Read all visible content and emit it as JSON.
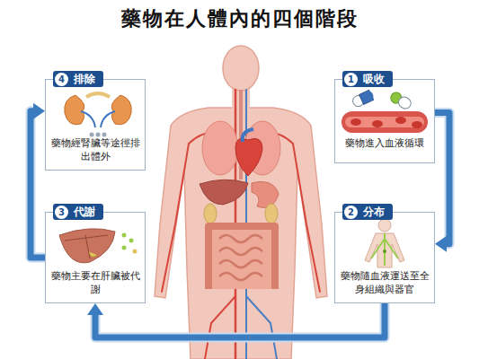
{
  "diagram": {
    "title": "藥物在人體內的四個階段",
    "nodes": [
      {
        "text": [
          "1",
          "吸收",
          "藥物進入血液循環"
        ]
      },
      {
        "text": [
          "2",
          "分布",
          "藥物隨血液運送至全身組織與器官"
        ]
      },
      {
        "text": [
          "3",
          "代謝",
          "藥物主要在肝臟被代謝"
        ]
      },
      {
        "text": [
          "4",
          "排除",
          "藥物經腎臟等途徑排出體外"
        ]
      }
    ],
    "edges": [
      {
        "from": 0,
        "to": 1,
        "arrow": "to"
      },
      {
        "from": 1,
        "to": 2,
        "arrow": "to"
      },
      {
        "from": 2,
        "to": 3,
        "arrow": "to"
      }
    ]
  }
}
